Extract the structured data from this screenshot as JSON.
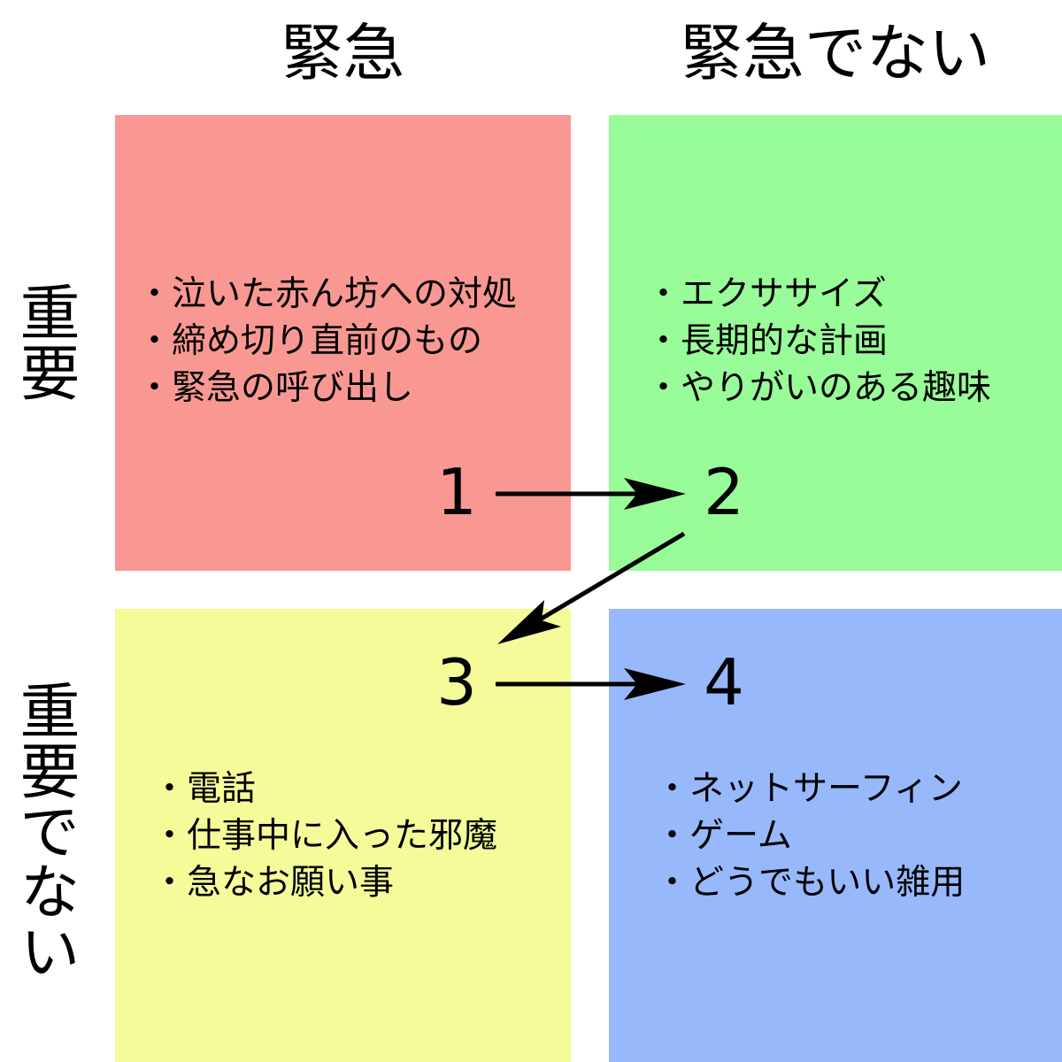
{
  "columns": [
    "緊急",
    "緊急でない"
  ],
  "rows": [
    "重要",
    "重要でない"
  ],
  "quadrants": [
    {
      "number": "1",
      "color": "#f99893",
      "items": [
        "泣いた赤ん坊への対処",
        "締め切り直前のもの",
        "緊急の呼び出し"
      ]
    },
    {
      "number": "2",
      "color": "#98fc98",
      "items": [
        "エクササイズ",
        "長期的な計画",
        "やりがいのある趣味"
      ]
    },
    {
      "number": "3",
      "color": "#f4fb98",
      "items": [
        "電話",
        "仕事中に入った邪魔",
        "急なお願い事"
      ]
    },
    {
      "number": "4",
      "color": "#98b8fc",
      "items": [
        "ネットサーフィン",
        "ゲーム",
        "どうでもいい雑用"
      ]
    }
  ]
}
